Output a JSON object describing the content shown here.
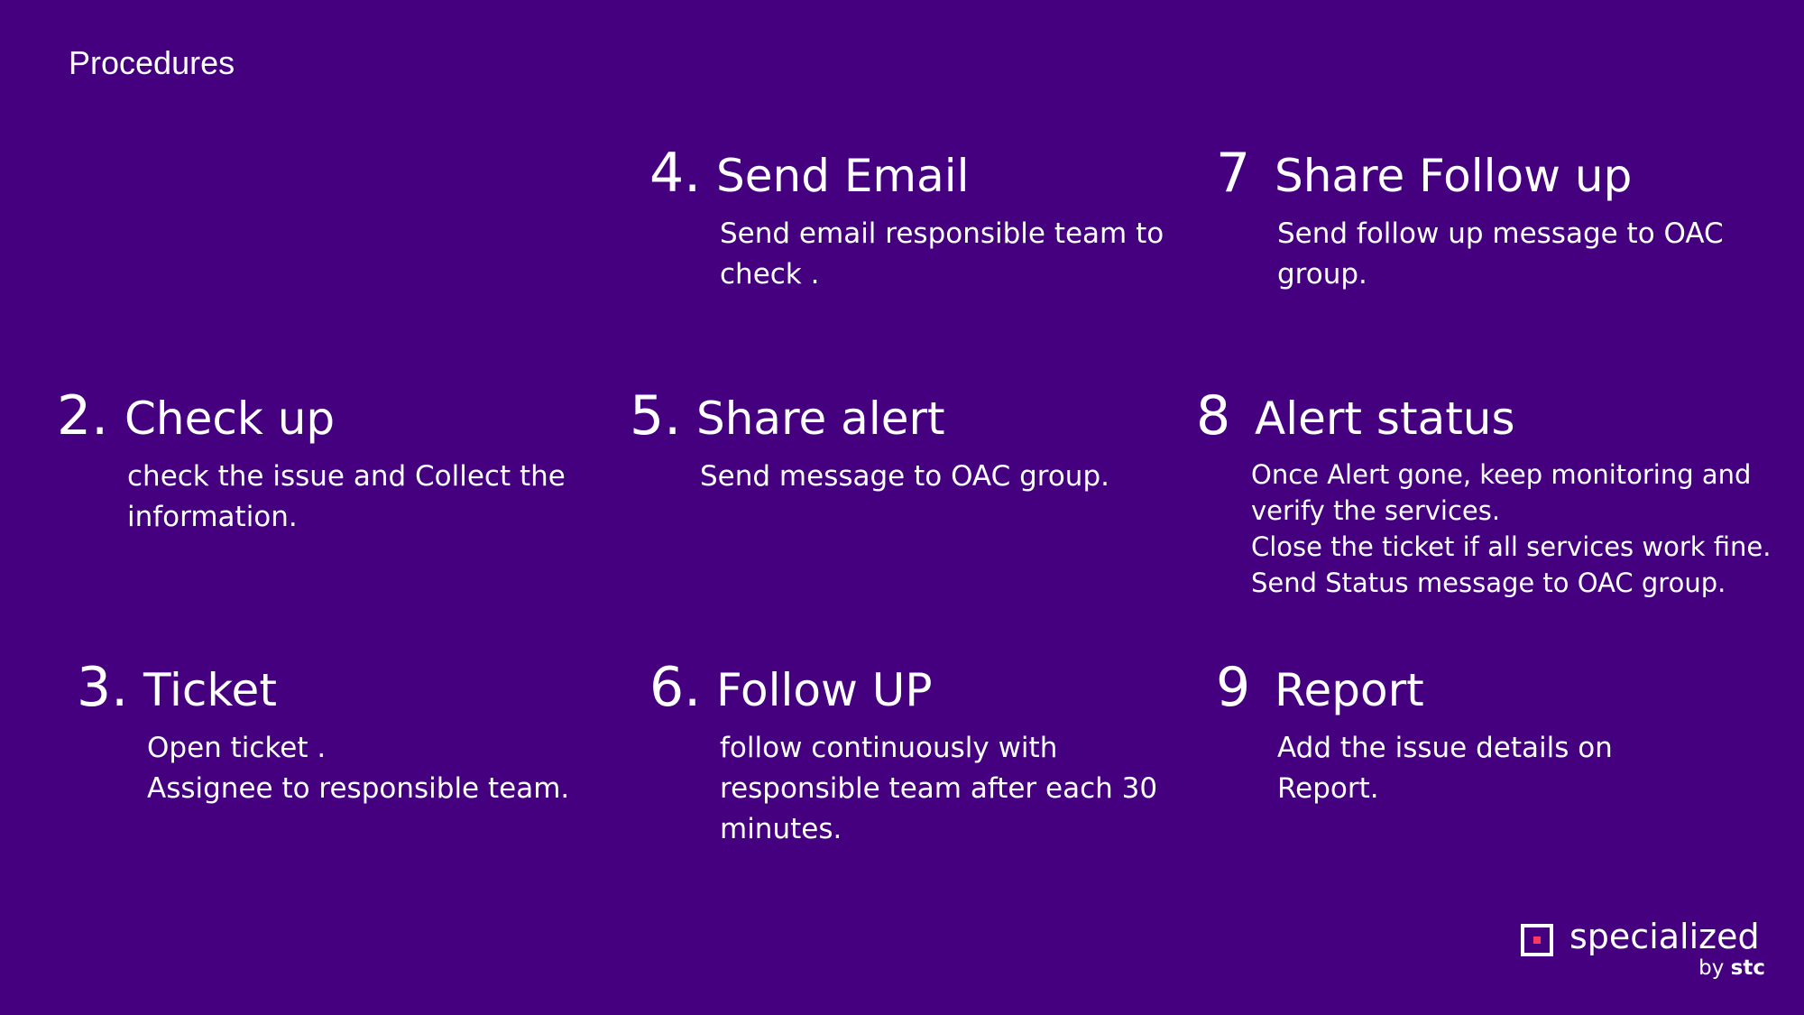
{
  "slide": {
    "title": "Procedures",
    "background_color": "#45007f",
    "text_color": "#ffffff"
  },
  "steps": [
    {
      "number": "2.",
      "title": "Check up",
      "lines": [
        "check the issue and Collect the",
        "information."
      ]
    },
    {
      "number": "3.",
      "title": "Ticket",
      "lines": [
        "Open ticket .",
        "Assignee to responsible team."
      ]
    },
    {
      "number": "4.",
      "title": "Send Email",
      "lines": [
        "Send email responsible team to",
        "check ."
      ]
    },
    {
      "number": "5.",
      "title": "Share alert",
      "lines": [
        "Send message to OAC group."
      ]
    },
    {
      "number": "6.",
      "title": "Follow UP",
      "lines": [
        "follow continuously with",
        "responsible team after each 30",
        "minutes."
      ]
    },
    {
      "number": "7",
      "title": "Share Follow up",
      "lines": [
        "Send follow up message to OAC",
        "group."
      ]
    },
    {
      "number": "8",
      "title": "Alert status",
      "lines": [
        "Once Alert gone, keep monitoring and",
        "verify the services.",
        "Close the ticket if all services work fine.",
        "Send Status message to OAC group."
      ]
    },
    {
      "number": "9",
      "title": "Report",
      "lines": [
        "Add the issue details on",
        "Report."
      ]
    }
  ],
  "logo": {
    "wordmark": "specialized",
    "by_text": "by",
    "brand": "stc",
    "mark_icon": "square-logo-icon",
    "accent_color": "#ff375e"
  }
}
